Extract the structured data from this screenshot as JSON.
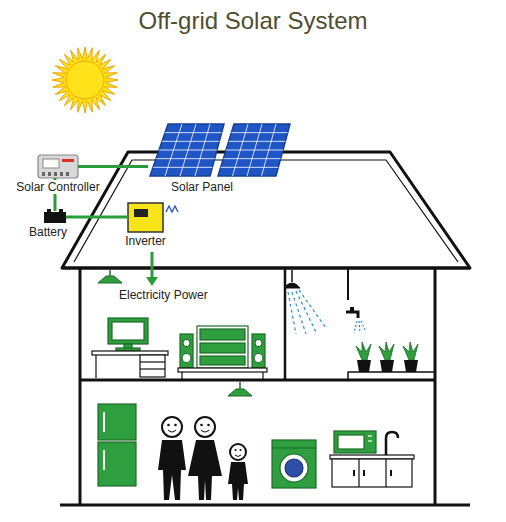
{
  "diagram": {
    "title": "Off-grid Solar System",
    "nodes": [
      {
        "text": [
          "Solar Controller"
        ]
      },
      {
        "text": [
          "Solar Panel"
        ]
      },
      {
        "text": [
          "Battery"
        ]
      },
      {
        "text": [
          "Inverter"
        ]
      }
    ],
    "edges": [
      {
        "from": 0,
        "to": 1,
        "arrow": "none"
      },
      {
        "from": 0,
        "to": 2,
        "arrow": "none"
      },
      {
        "from": 2,
        "to": 3,
        "arrow": "none"
      }
    ],
    "labels": [
      "Electricity Power"
    ]
  }
}
